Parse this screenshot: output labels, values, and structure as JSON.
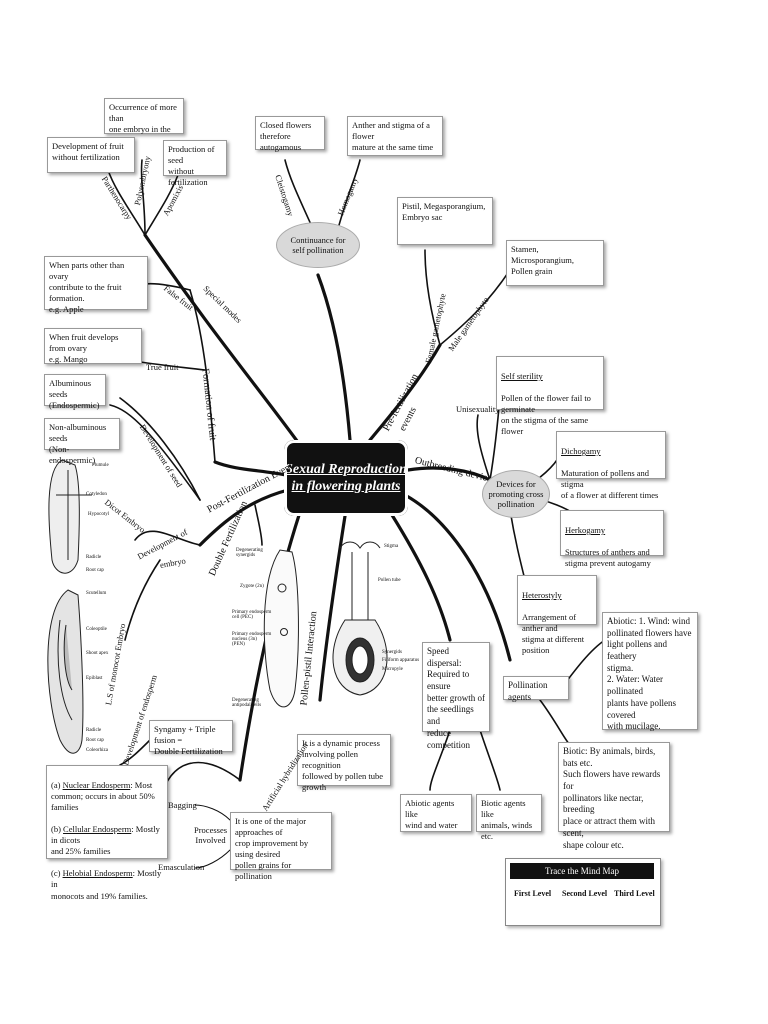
{
  "center": {
    "title": "Sexual Reproduction\nin flowering plants"
  },
  "boxes": {
    "polyembryony": "Occurrence of more than\none embryo in the seed",
    "parthenocarpy": "Development of fruit\nwithout fertilization",
    "apomixis": "Production of seed\nwithout fertilization",
    "cleistogamy": "Closed flowers\ntherefore autogamous",
    "homogamy": "Anther and stigma of a flower\nmature at the same time",
    "female_gameto": "Pistil, Megasporangium,\nEmbryo sac",
    "male_gameto": "Stamen, Microsporangium,\nPollen grain",
    "false_fruit": "When parts other than ovary\ncontribute to the fruit formation.\ne.g. Apple",
    "true_fruit": "When fruit develops from ovary\ne.g. Mango",
    "albuminous": "Albuminous seeds\n(Endospermic)",
    "non_albuminous": "Non-albuminous seeds\n(Non-endospermic)",
    "self_sterility_title": "Self sterility",
    "self_sterility": "Pollen of the flower fail to germinate\non the stigma of the same flower",
    "dichogamy_title": "Dichogamy",
    "dichogamy": "Maturation of pollens and stigma\nof a flower at different times",
    "herkogamy_title": "Herkogamy",
    "herkogamy": "Structures of anthers and\nstigma prevent autogamy",
    "heterostyly_title": "Heterostyly",
    "heterostyly": "Arrangement of anther and\nstigma at different position",
    "abiotic_agents": "Abiotic: 1. Wind: wind\npollinated flowers have\nlight pollens and feathery\nstigma.\n2. Water: Water pollinated\nplants have pollens covered\nwith mucilage.",
    "biotic_agents": "Biotic: By animals, birds, bats etc.\nSuch flowers have rewards for\npollinators like nectar, breeding\nplace or attract them with scent,\nshape colour etc.",
    "speed_dispersal": "Speed dispersal:\nRequired to ensure\nbetter growth of\nthe seedlings and\nreduce competition",
    "abiotic_wind_water": "Abiotic agents like\nwind and water",
    "biotic_animals": "Biotic agents like\nanimals, winds etc.",
    "pollination_agents": "Pollination agents",
    "syngamy": "Syngamy + Triple fusion =\nDouble Fertilization",
    "pollen_pistil": "It is a dynamic process\ninvolving pollen recognition\nfollowed by pollen tube\ngrowth",
    "artificial_hyb": "It is one of the major approaches of\ncrop improvement by using desired\npollen grains for pollination",
    "endosperm_a": "Nuclear Endosperm",
    "endosperm_a_rest": ": Most\n    common; occurs in about 50% families",
    "endosperm_b": "Cellular Endosperm",
    "endosperm_b_rest": ": Mostly in dicots\n    and 25% families",
    "endosperm_c": "Helobial Endosperm",
    "endosperm_c_rest": ": Mostly in\n    monocots and 19% families."
  },
  "ovals": {
    "self_pollination": "Continuance for\nself pollination",
    "promoting_cross": "Devices for\npromoting cross\npollination"
  },
  "labels": {
    "parthenocarpy": "Parthenocarpy",
    "polyembryony": "Polyembryony",
    "apomixis": "Apomixis",
    "cleistogamy": "Cleistogamy",
    "homogamy": "Homogamy",
    "female_gameto": "Female gametophyte",
    "male_gameto": "Male gametophyte",
    "pre_fert": "Pre-fertilization",
    "events": "events",
    "special_modes": "Special modes",
    "false_fruit": "False fruit",
    "true_fruit": "True fruit",
    "formation_fruit": "Formation of fruit",
    "dev_seed": "Development of seed",
    "dev_embryo": "Development of",
    "embryo": "embryo",
    "dicot_embryo": "Dicot Embryo",
    "monocot_embryo": "L.S of monocot Embryo",
    "dev_endosperm": "Development of endosperm",
    "post_fert": "Post-Fertilization Event",
    "double_fert": "Double Fertilization",
    "pollen_pistil": "Pollen-pistil Interaction",
    "artificial_hyb": "Artificial hybridization",
    "outbreeding": "Outbreeding devices",
    "unisexuality": "Unisexuality",
    "bagging": "Bagging",
    "processes": "Processes\nInvolved",
    "emasculation": "Emasculation",
    "endosperm_a_prefix": "(a) ",
    "endosperm_b_prefix": "(b) ",
    "endosperm_c_prefix": "(c) "
  },
  "fig_labels": {
    "plumule": "Plumule",
    "cotyledon": "Cotyledon",
    "hypocotyl": "Hypocotyl",
    "radicle": "Radicle",
    "root_cap": "Root cap",
    "scutellum": "Scutellum",
    "coleoptile": "Coleoptile",
    "shoot_apex": "Shoot apex",
    "epiblast": "Epiblast",
    "radicle2": "Radicle",
    "root_cap2": "Root cap",
    "coleorhiza": "Coleorhiza",
    "synergids": "Degenerating\nsynergids",
    "zygote": "Zygote (2n)",
    "pec": "Primary endosperm\ncell (PEC)",
    "pen": "Primary endosperm\nnucleus (3n)\n(PEN)",
    "antipodal": "Degenerating\nantipodal cells",
    "stigma": "Stigma",
    "pollen_tube": "Pollen tube",
    "synergids2": "Synergids",
    "filiform": "Filiform apparatus",
    "micropyle": "Micropyle"
  },
  "legend": {
    "title": "Trace the  Mind Map",
    "first": "First Level",
    "second": "Second Level",
    "third": "Third Level"
  }
}
